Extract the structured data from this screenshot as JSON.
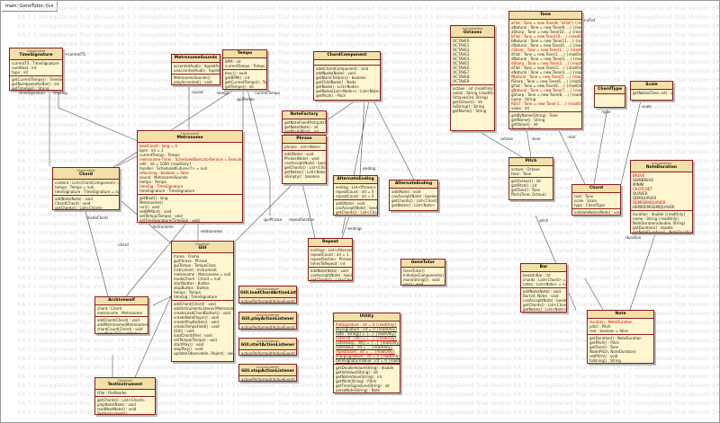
{
  "diagram": {
    "title": "main::GeneTutor::Gui",
    "watermark": "EA 7.1 Unregistered Trial Version"
  },
  "classes": {
    "timesignature": {
      "stereotype": "Observable",
      "name": "TimeSignature",
      "attrs": [
        "currentTS : TimeSignature",
        "numBeat : int",
        "type : int"
      ],
      "ops": [
        "getCurrentTempo() : TimeSignature",
        "getNumbeatsPerBar() : int",
        "getTimeSig() : String",
        "setTimeSignature() : void",
        "TimeSignature() : int"
      ]
    },
    "metronome_sounds": {
      "stereotype": "",
      "name": "MetronomeSounds",
      "attrs": [
        "accentedAudio : AppletAudioClip",
        "unaccentedAudio : AppletAudioClip"
      ],
      "ops": [
        "MetronomeSounds()",
        "playAccented() : void",
        "playUnaccented() : void"
      ]
    },
    "tempo": {
      "stereotype": "",
      "name": "Tempo",
      "attrs": [
        "BPM : int",
        "currentTempo : Tempo"
      ],
      "ops": [
        "bmc() : void",
        "getBPM() : int",
        "getCurrentTempo() : Tempo",
        "getTempo() : int",
        "setCurrentTempo() : void"
      ]
    },
    "chordcomponent": {
      "stereotype": "",
      "name": "ChordComponent",
      "attrs": [],
      "ops": [
        "add(ChordComponent) : void",
        "addNode(Node) : void",
        "getNumChildren() : boolean",
        "getChildNode() : Node",
        "getNode() : List<Node>",
        "getNotes(List<Node>) : List<Note>",
        "getPitch() : Pitch"
      ]
    },
    "notefactory": {
      "stereotype": "",
      "name": "NoteFactory",
      "attrs": [],
      "ops": [
        "getNoteFromPitch(pitch) : Pitch",
        "getNote(Note) : int",
        "getPitch(Pitch) : int",
        "getPitchOctave(Octave) : int"
      ]
    },
    "metronome": {
      "stereotype": "Observable",
      "name": "Metronome",
      "attrs": [
        "beatCount : long = 0",
        "bpm : int = 2",
        "currentTempo : Tempo",
        "metronome-Timer : ScheduledExecutorService = Executors.newSingleThread...",
        "edit : int = 1000 {readOnly}",
        "handler : ScheduledFuture<?> = null",
        "isRunning : boolean = false",
        "sound : MetronomeSounds",
        "tempo : Tempo",
        "timeSig : TimeSignature",
        "timeSignature : TimeSignature"
      ],
      "ops": [
        "getBeat() : long",
        "Metronome()",
        "run() : void",
        "setBPM(int) : void",
        "setTempo(Tempo) : void",
        "setTimeSignature(TimeSig) : void",
        "start() : void",
        "stop() : void",
        "tick() : void",
        "update(Observable, Object) : void",
        "updateTempo() : void",
        "updateTimeSig() : void"
      ]
    },
    "chord": {
      "stereotype": "Observable",
      "name": "Chord",
      "attrs": [
        "content : List<ChordComponent> = null",
        "tempo : Tempo = null",
        "timeSignature : TimeSignature = null"
      ],
      "ops": [
        "addNote(Note) : void",
        "Chord(Chord) : void",
        "getChords() : List<Chord>",
        "getTempo() : Tempo",
        "getTimeSignature() : TimeSignature",
        "loadNoteFile(Note) : void",
        "start() : void",
        "stop() : void"
      ]
    },
    "phrase": {
      "stereotype": "",
      "name": "Phrase",
      "attrs": [
        "phrase : List<Note>"
      ],
      "ops": [
        "add(Note) : void",
        "Phrase(Note) : void",
        "canAccept(Note) : boolean",
        "getChords() : List<Chord>",
        "getNotes() : List<Note>",
        "isEmpty() : boolean"
      ]
    },
    "alternate_ending": {
      "stereotype": "",
      "name": "AlternateEnding",
      "attrs": [
        "ending : List<Phrase>",
        "repeatCount : int = 0",
        "repeatCount : int = 0"
      ],
      "ops": [
        "add(Note) : void",
        "canAccept(Note) : boolean",
        "getChords() : List<Chord>",
        "getNotes() : List<Note>"
      ]
    },
    "alternate_ending2": {
      "stereotype": "",
      "name": "AlternateEnding",
      "attrs": [],
      "ops": [
        "add(Note) : void",
        "canAccept(Note) : boolean",
        "getChords() : List<Chord>",
        "getNotes() : List<Note>"
      ]
    },
    "repeat": {
      "stereotype": "",
      "name": "Repeat",
      "attrs": [
        "endings : List<AlternateEnding>",
        "repeatCount : int = 1",
        "repeatSection : Phrase",
        "timesToRepeat : int"
      ],
      "ops": [
        "addNote(Note) : void",
        "canAccept(Note) : boolean",
        "getChords() : List<Chord>",
        "getNotes() : List<Note>"
      ]
    },
    "gui": {
      "stereotype": "Observer",
      "name": "GUI",
      "attrs": [
        "frame : Frame",
        "guiPhrase : Phrase",
        "guiTempo : TempoClass",
        "instrument : Instrument",
        "metronome : Metronome = null",
        "modeChord : Chord = null",
        "startButton : Button",
        "stopButton : Button",
        "tempo : Tempo",
        "timeSig : TimeSignature"
      ],
      "ops": [
        "addChord(Chord) : void",
        "addInstrumentListener(Metronome) : void",
        "createLoadChordButton() : void",
        "createNotePlayer() : void",
        "createPlayButton() : void",
        "createTempoField() : void",
        "GUI() : void",
        "loadChord(File) : void",
        "setTempo(Tempo) : void",
        "startPlay() : void",
        "stopPlay() : void",
        "update(Observable, Object) : void"
      ]
    },
    "archivewolf": {
      "stereotype": "",
      "name": "Archivewolf",
      "attrs": [
        "chord : Chord",
        "metronome : Metronome"
      ],
      "ops": [
        "addChord(Chord) : void",
        "addMetronome(Metronome) : void",
        "chordCount(Chord) : void",
        "sendNoteToChord(Note) : void"
      ]
    },
    "test_instrument": {
      "stereotype": "Observer",
      "name": "TestInstrument",
      "attrs": [
        "tFile : FileReader"
      ],
      "ops": [
        "getChords() : List<Chord>",
        "playNote(Note) : void",
        "readNextNote() : void",
        "TestInstrument()",
        "update(Observable, Object) : void"
      ]
    },
    "loadchord_listener": {
      "stereotype": "ActionListener",
      "name": "GUI.loadChordActionListener",
      "attrs": [],
      "ops": [
        "actionPerformed(ActionEvent) : void"
      ]
    },
    "play_listener": {
      "stereotype": "ActionListener",
      "name": "GUI.playActionListener",
      "attrs": [],
      "ops": [
        "actionPerformed(ActionEvent) : void"
      ]
    },
    "start_listener": {
      "stereotype": "ActionListener",
      "name": "GUI.startActionListener",
      "attrs": [],
      "ops": [
        "actionPerformed(ActionEvent) : void"
      ]
    },
    "stop_listener": {
      "stereotype": "ActionListener",
      "name": "GUI.stopActionListener",
      "attrs": [],
      "ops": [
        "actionPerformed(ActionEvent) : void"
      ]
    },
    "genetutor": {
      "stereotype": "",
      "name": "GeneTutor",
      "attrs": [],
      "ops": [
        "GeneTutor()",
        "initializeComponents() : void",
        "main(String[]) : void",
        "run() : void"
      ]
    },
    "utility": {
      "stereotype": "",
      "name": "Utility",
      "attrs": [
        "flatSignature : int = 0 {readOnly}",
        "keySignature : int = 0 {readOnly}",
        "note : String[] = {...} {readOnly}",
        "noteFlat : int[] = {...} {readOnly}",
        "noteSharp : int[] = {...} {readOnly}",
        "noteValue : int = ... {readOnly}",
        "repeatStart : int = ... {readOnly}",
        "sharpSignature : int = 0 {readOnly}",
        "timeSignatureValue : int = 0 {readOnly}"
      ],
      "ops": [
        "getDoubleValue(String) : double",
        "getIntValue(String) : int",
        "getNoteValue(String) : int",
        "getPitch(String) : Pitch",
        "getTimeSignature(String) : int",
        "parseNote(String) : Note"
      ]
    },
    "octaves": {
      "stereotype": "enumeration",
      "name": "Octaves",
      "attrs": [
        "OCTAVE0",
        "OCTAVE1",
        "OCTAVE2",
        "OCTAVE3",
        "OCTAVE4",
        "OCTAVE5",
        "OCTAVE6",
        "OCTAVE7",
        "OCTAVE8",
        "OCTAVE9"
      ],
      "ops": [
        "octave : int {readOnly}",
        "name : String {readOnly}",
        "Octaves(int, String)",
        "getOctave() : int",
        "toString() : String",
        "getName() : String"
      ]
    },
    "tone": {
      "stereotype": "",
      "name": "Tone",
      "attrs": [
        "aFlat : Tone = new Tone(8, \"aFlat\") {readOnly}",
        "aNatural : Tone = new Tone(9, ...) {readOnly}",
        "aSharp : Tone = new Tone(10, ...) {readOnly}",
        "bFlat : Tone = new Tone(10, ...) {readOnly}",
        "bNatural : Tone = new Tone(11, ...) {readOnly}",
        "cNatural : Tone = new Tone(0, ...) {readOnly}",
        "cSharp : Tone = new Tone(1, ...) {readOnly}",
        "dFlat : Tone = new Tone(1, ...) {readOnly}",
        "dNatural : Tone = new Tone(2, ...) {readOnly}",
        "dSharp : Tone = new Tone(3, ...) {readOnly}",
        "eFlat : Tone = new Tone(3, ...) {readOnly}",
        "eNatural : Tone = new Tone(4, ...) {readOnly}",
        "fNatural : Tone = new Tone(5, ...) {readOnly}",
        "fSharp : Tone = new Tone(6, ...) {readOnly}",
        "gFlat : Tone = new Tone(6, ...) {readOnly}",
        "gNatural : Tone = new Tone(7, ...) {readOnly}",
        "gSharp : Tone = new Tone(8, ...) {readOnly}",
        "name : String",
        "REST : Tone = new Tone(-1, ...) {readOnly}",
        "value : int"
      ],
      "ops": [
        "getByName(String) : Tone",
        "getName() : String",
        "getValue() : int",
        "Tone(int, String)"
      ]
    },
    "chordtype": {
      "stereotype": "",
      "name": "ChordType",
      "attrs": [],
      "ops": []
    },
    "scale": {
      "stereotype": "",
      "name": "Scale",
      "attrs": [],
      "ops": [
        "getNotes(Tone, int) : void"
      ]
    },
    "pitch": {
      "stereotype": "",
      "name": "Pitch",
      "attrs": [
        "octave : Octave",
        "tone : Tone"
      ],
      "ops": [
        "getOctave() : int",
        "getPitch() : int",
        "getTone() : Tone",
        "Pitch(Tone, Octave)"
      ]
    },
    "chord2": {
      "stereotype": "",
      "name": "Chord",
      "attrs": [
        "root : Tone",
        "scale : Scale",
        "type : ChordType"
      ],
      "ops": [
        "validateNotes(Note) : void"
      ]
    },
    "noteduration": {
      "stereotype": "enumeration",
      "name": "NoteDuration",
      "attrs": [
        "BREVE",
        "SEMIBREVE",
        "MINIM",
        "CROTCHET",
        "QUAVER",
        "SEMIQUAVER",
        "DEMISEMIQUAVER",
        "HEMIDEMISEMIQUAVER"
      ],
      "ops": [
        "duration : double {readOnly}",
        "name : String {readOnly}",
        "NoteDuration(double, String)",
        "getDuration() : double",
        "getNoteDuration() : NoteDuration"
      ]
    },
    "bar": {
      "stereotype": "",
      "name": "Bar",
      "attrs": [
        "beatsInBar : int",
        "chords : List<Chord> = null",
        "notes : List<Note> = null"
      ],
      "ops": [
        "addNote(Note) : void",
        "Bar(int, Note) : void",
        "canAccept(Note) : boolean",
        "getChords() : List<Chord>",
        "getNotes() : List<Note>",
        "isFull() : boolean"
      ]
    },
    "note": {
      "stereotype": "",
      "name": "Note",
      "attrs": [
        "duration : NoteDuration",
        "pitch : Pitch",
        "rest : boolean = false"
      ],
      "ops": [
        "getDuration() : NoteDuration",
        "getPitch() : Pitch",
        "getTone() : Tone",
        "Note(Pitch, NoteDuration)",
        "setPitch() : void",
        "toString() : String"
      ]
    }
  },
  "labels": {
    "ts_owner": "+currentTS",
    "ts_time_sig": "-timeSignature",
    "ts_time_sig2": "-timeSig",
    "tempo_label1": "-tempo",
    "tempo_label2": "-currentTempo",
    "tempo_label3": "-guiTempo",
    "sound_label": "-sound",
    "metronome_label": "-metronome",
    "metronome_label2": "-metronome",
    "chord_label": "-modeChord",
    "chord_label2": "-chord",
    "phrase_label": "-guiPhrase",
    "phrase_label2": "-repeatSection",
    "tone_owner": "+aFlat",
    "octave_label": "-octave",
    "tone_label": "-tone",
    "pitch_label": "-pitch",
    "root_label": "-root",
    "type_label": "-type",
    "scale_label": "-scale",
    "duration_label": "-duration",
    "endings_label": "-endings",
    "ending_label": "-ending"
  }
}
